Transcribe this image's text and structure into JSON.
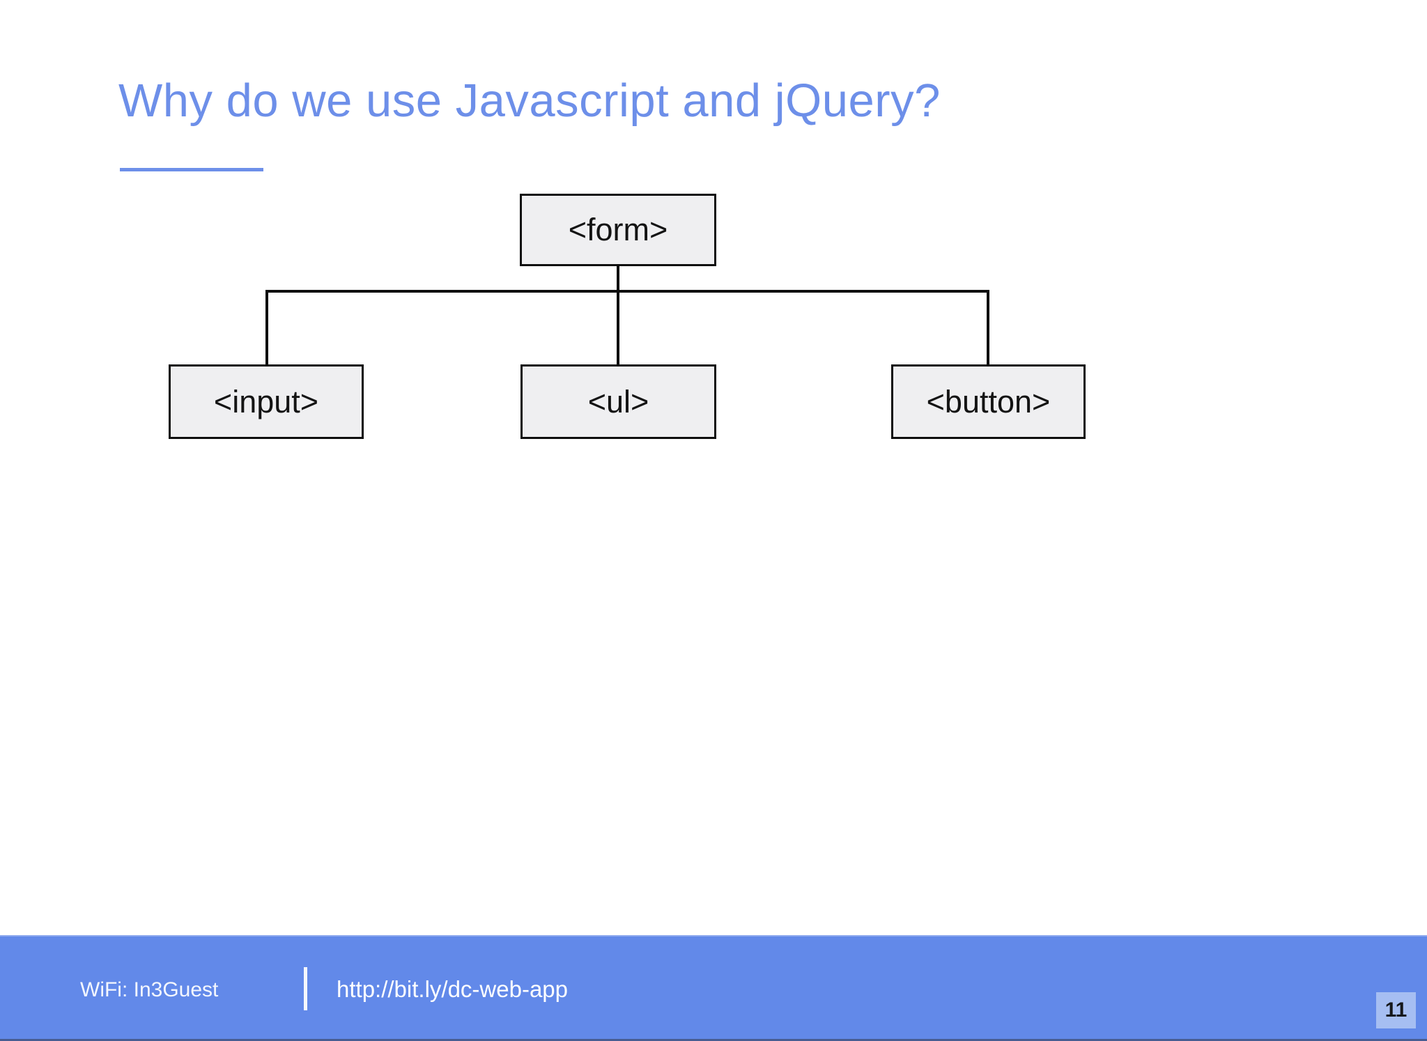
{
  "slide": {
    "title": "Why do we use Javascript and jQuery?",
    "page_number": "11"
  },
  "diagram": {
    "type": "tree",
    "root": {
      "label": "<form>"
    },
    "children": [
      {
        "label": "<input>"
      },
      {
        "label": "<ul>"
      },
      {
        "label": "<button>"
      }
    ]
  },
  "footer": {
    "wifi_label": "WiFi: In3Guest",
    "url": "http://bit.ly/dc-web-app"
  },
  "colors": {
    "title_blue": "#6d8fe9",
    "footer_blue": "#6289e9",
    "page_badge_blue": "#a6bef2",
    "node_fill": "#efeff1",
    "node_border": "#0e0e0e",
    "connector_black": "#0e0e0e"
  }
}
